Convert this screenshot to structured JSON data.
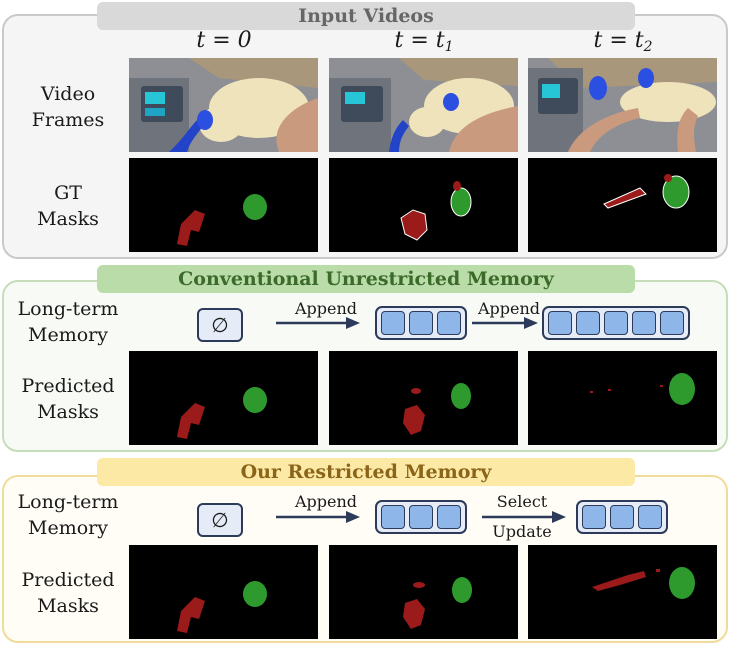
{
  "sections": {
    "input": {
      "title": "Input Videos"
    },
    "conventional": {
      "title": "Conventional Unrestricted Memory"
    },
    "ours": {
      "title": "Our Restricted Memory"
    }
  },
  "columns": [
    {
      "base": "t = 0",
      "sub": ""
    },
    {
      "base": "t = t",
      "sub": "1"
    },
    {
      "base": "t = t",
      "sub": "2"
    }
  ],
  "row_labels": {
    "video_frames": [
      "Video",
      "Frames"
    ],
    "gt_masks": [
      "GT",
      "Masks"
    ],
    "memory": [
      "Long-term",
      "Memory"
    ],
    "predicted": [
      "Predicted",
      "Masks"
    ]
  },
  "memory": {
    "empty_symbol": "∅",
    "conventional": {
      "arrow1_label": "Append",
      "arrow2_label": "Append",
      "slots_t1": 3,
      "slots_t2": 5
    },
    "ours": {
      "arrow1_label": "Append",
      "arrow2_label_top": "Select",
      "arrow2_label_bottom": "Update",
      "slots_t1": 3,
      "slots_t2": 3
    }
  },
  "colors": {
    "object_red": "#9b1a1a",
    "object_green": "#2e9a2e",
    "memory_slot": "#8fb6e8",
    "memory_border": "#2d3a5a"
  }
}
